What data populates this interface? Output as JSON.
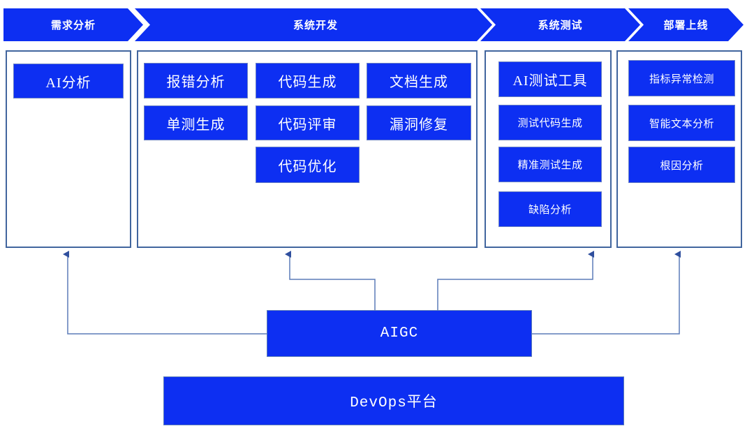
{
  "colors": {
    "accent_blue": "#0d2ff2",
    "container_border": "#41659e",
    "connector_line": "#5c7cb8"
  },
  "pipeline": {
    "stages": [
      "需求分析",
      "系统开发",
      "系统测试",
      "部署上线"
    ]
  },
  "sections": {
    "requirements": {
      "items": [
        "AI分析"
      ]
    },
    "development": {
      "items": [
        "报错分析",
        "代码生成",
        "文档生成",
        "单测生成",
        "代码评审",
        "漏洞修复",
        "代码优化"
      ]
    },
    "testing": {
      "items": [
        "AI测试工具",
        "测试代码生成",
        "精准测试生成",
        "缺陷分析"
      ]
    },
    "deployment": {
      "items": [
        "指标异常检测",
        "智能文本分析",
        "根因分析"
      ]
    }
  },
  "platform": {
    "aigc": "AIGC",
    "devops": "DevOps平台"
  }
}
